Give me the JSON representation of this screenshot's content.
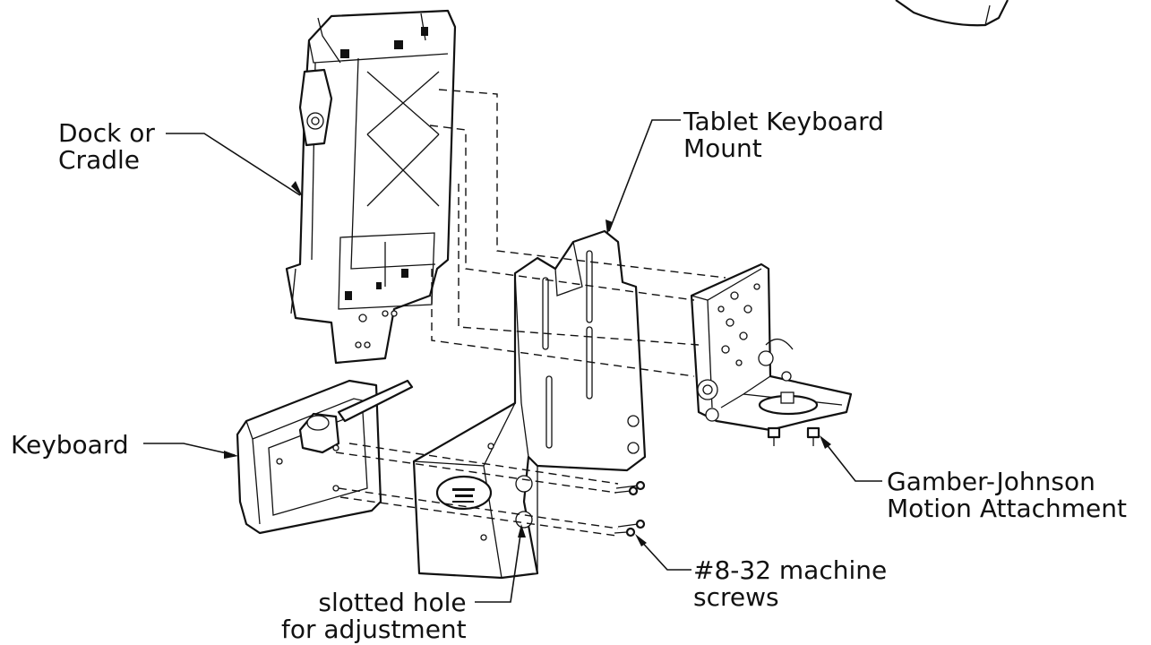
{
  "labels": {
    "dock": [
      "Dock or",
      "Cradle"
    ],
    "tablet_mount": [
      "Tablet Keyboard",
      "Mount"
    ],
    "keyboard": [
      "Keyboard"
    ],
    "motion_attachment": [
      "Gamber-Johnson",
      "Motion Attachment"
    ],
    "machine_screws": [
      "#8-32 machine",
      "screws"
    ],
    "slotted_hole": [
      "slotted hole",
      "for adjustment"
    ]
  }
}
